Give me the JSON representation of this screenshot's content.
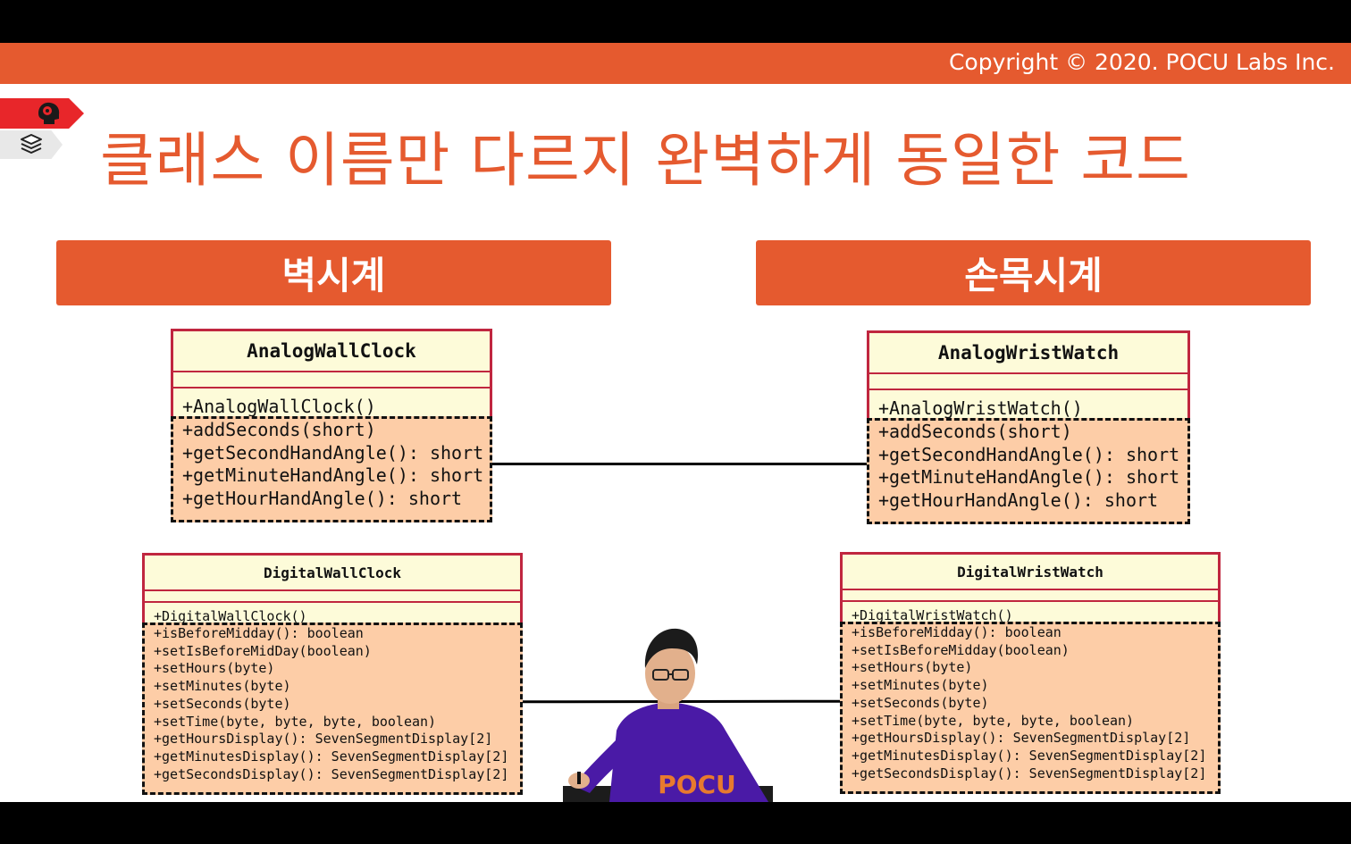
{
  "header": {
    "copyright": "Copyright © 2020. POCU Labs Inc."
  },
  "tabs": {
    "brain_icon": "brain-icon",
    "books_icon": "books-icon"
  },
  "title": "클래스 이름만 다르지 완벽하게 동일한 코드",
  "columns": {
    "left": "벽시계",
    "right": "손목시계"
  },
  "diagram": {
    "analog_wall": {
      "name": "AnalogWallClock",
      "ctor": "+AnalogWallClock()",
      "methods": [
        "+addSeconds(short)",
        "+getSecondHandAngle(): short",
        "+getMinuteHandAngle(): short",
        "+getHourHandAngle(): short"
      ]
    },
    "analog_wrist": {
      "name": "AnalogWristWatch",
      "ctor": "+AnalogWristWatch()",
      "methods": [
        "+addSeconds(short)",
        "+getSecondHandAngle(): short",
        "+getMinuteHandAngle(): short",
        "+getHourHandAngle(): short"
      ]
    },
    "digital_wall": {
      "name": "DigitalWallClock",
      "ctor": "+DigitalWallClock()",
      "methods": [
        "+isBeforeMidday(): boolean",
        "+setIsBeforeMidDay(boolean)",
        "+setHours(byte)",
        "+setMinutes(byte)",
        "+setSeconds(byte)",
        "+setTime(byte, byte, byte, boolean)",
        "+getHoursDisplay(): SevenSegmentDisplay[2]",
        "+getMinutesDisplay(): SevenSegmentDisplay[2]",
        "+getSecondsDisplay(): SevenSegmentDisplay[2]"
      ]
    },
    "digital_wrist": {
      "name": "DigitalWristWatch",
      "ctor": "+DigitalWristWatch()",
      "methods": [
        "+isBeforeMidday(): boolean",
        "+setIsBeforeMidday(boolean)",
        "+setHours(byte)",
        "+setMinutes(byte)",
        "+setSeconds(byte)",
        "+setTime(byte, byte, byte, boolean)",
        "+getHoursDisplay(): SevenSegmentDisplay[2]",
        "+getMinutesDisplay(): SevenSegmentDisplay[2]",
        "+getSecondsDisplay(): SevenSegmentDisplay[2]"
      ]
    }
  },
  "presenter": {
    "shirt_text": "POCU",
    "shirt_color": "#4a1aa6"
  },
  "colors": {
    "accent": "#e55a2f",
    "uml_border": "#c0263f",
    "uml_fill": "#fdfbd9",
    "uml_methods_fill": "#fdcda7"
  }
}
